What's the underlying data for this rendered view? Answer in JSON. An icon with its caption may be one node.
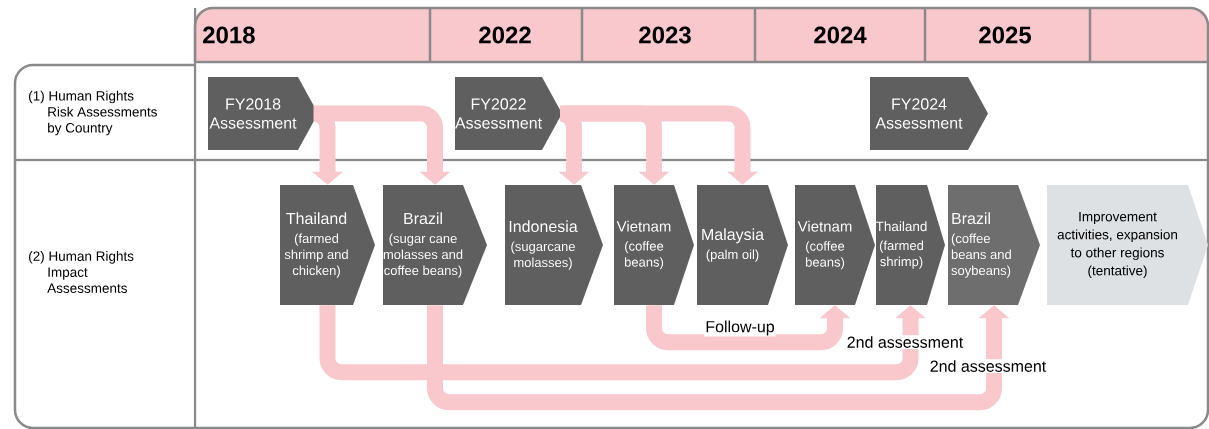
{
  "diagram": {
    "nodes": [
      {
        "text": [
          "FY2018 Assessment"
        ]
      },
      {
        "text": [
          "FY2022 Assessment"
        ]
      },
      {
        "text": [
          "FY2024 Assessment"
        ]
      },
      {
        "text": [
          "Thailand",
          "(farmed shrimp and chicken)"
        ]
      },
      {
        "text": [
          "Brazil",
          "(sugar cane molasses and coffee beans)"
        ]
      },
      {
        "text": [
          "Indonesia",
          "(sugarcane molasses)"
        ]
      },
      {
        "text": [
          "Vietnam",
          "(coffee beans)"
        ]
      },
      {
        "text": [
          "Malaysia",
          "(palm oil)"
        ]
      },
      {
        "text": [
          "Vietnam",
          "(coffee beans)"
        ]
      },
      {
        "text": [
          "Thailand",
          "(farmed shrimp)"
        ]
      },
      {
        "text": [
          "Brazil",
          "(coffee beans and soybeans)"
        ]
      },
      {
        "text": [
          "Improvement activities, expansion to other regions (tentative)"
        ]
      }
    ],
    "edges": [
      {
        "from": 0,
        "to": 3,
        "arrow": "to"
      },
      {
        "from": 0,
        "to": 4,
        "arrow": "to"
      },
      {
        "from": 1,
        "to": 5,
        "arrow": "to"
      },
      {
        "from": 1,
        "to": 6,
        "arrow": "to"
      },
      {
        "from": 1,
        "to": 7,
        "arrow": "to"
      },
      {
        "from": 6,
        "to": 8,
        "arrow": "to",
        "label": "Follow-up"
      },
      {
        "from": 3,
        "to": 9,
        "arrow": "to",
        "label": "2nd assessment"
      },
      {
        "from": 4,
        "to": 10,
        "arrow": "to",
        "label": "2nd assessment"
      }
    ],
    "labels": [
      "2018",
      "2022",
      "2023",
      "2024",
      "2025",
      "(1) Human Rights Risk Assessments by Country",
      "(2) Human Rights Impact Assessments"
    ]
  }
}
